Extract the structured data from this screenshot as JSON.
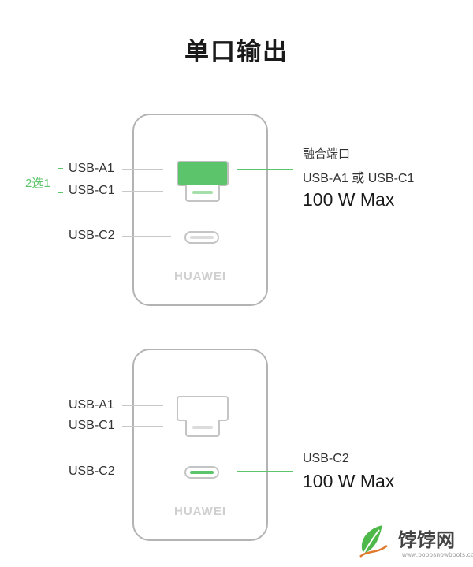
{
  "title": "单口输出",
  "top": {
    "labels": {
      "usb_a1": "USB-A1",
      "usb_c1": "USB-C1",
      "usb_c2": "USB-C2"
    },
    "choice_label": "2选1",
    "brand": "HUAWEI",
    "fusion_title": "融合端口",
    "fusion_sub": "USB-A1 或 USB-C1",
    "power": "100 W Max"
  },
  "bottom": {
    "labels": {
      "usb_a1": "USB-A1",
      "usb_c1": "USB-C1",
      "usb_c2": "USB-C2"
    },
    "brand": "HUAWEI",
    "port_title": "USB-C2",
    "power": "100 W Max"
  },
  "watermark": {
    "name": "饽饽网",
    "url": "www.bobosnowboots.com"
  },
  "colors": {
    "accent": "#5cc46a",
    "outline": "#b3b3b3",
    "text": "#333333"
  }
}
